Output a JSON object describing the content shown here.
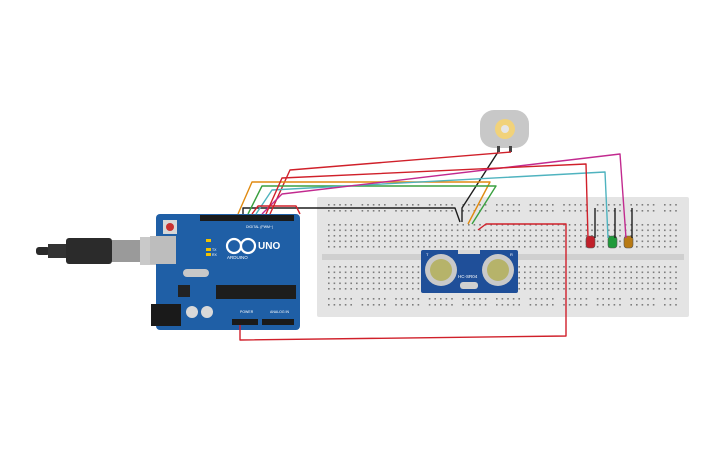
{
  "arduino": {
    "logo_text": "ARDUINO",
    "model": "UNO",
    "header_digital": "DIGITAL (PWM~)",
    "header_power": "POWER",
    "header_analog": "ANALOG IN",
    "led_tx": "TX",
    "led_rx": "RX",
    "led_l": "L"
  },
  "sensor": {
    "model": "HC-SR04",
    "left_label": "T",
    "right_label": "R"
  },
  "leds": [
    {
      "name": "red",
      "color": "#c0202a"
    },
    {
      "name": "green",
      "color": "#1f9a3a"
    },
    {
      "name": "yellow",
      "color": "#b87a14"
    }
  ],
  "wire_colors": {
    "black": "#1e1e1e",
    "red": "#d0202a",
    "orange": "#e08a10",
    "green": "#3aa040",
    "teal": "#4fb3bf",
    "magenta": "#c22a8f"
  },
  "board_color": "#1f5fa6",
  "breadboard_color": "#e4e4e4"
}
